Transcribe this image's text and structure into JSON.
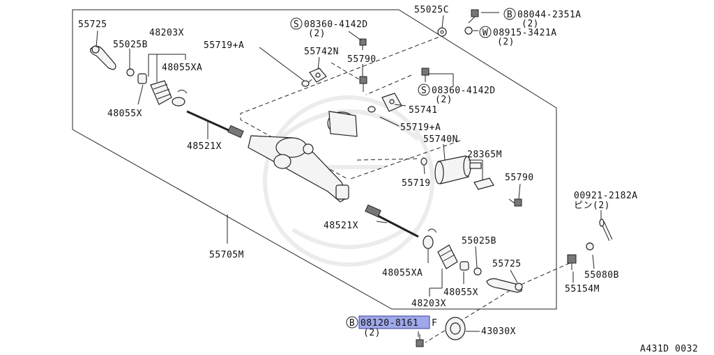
{
  "labels": {
    "p55725_top": "55725",
    "p55025b_top": "55025B",
    "p48203x_top": "48203X",
    "p55719a_top": "55719+A",
    "p55742n": "55742N",
    "p48055xa_top": "48055XA",
    "p48055x_top": "48055X",
    "p48521x_top": "48521X",
    "p55790_top": "55790",
    "s_bolt_top": "08360-4142D",
    "s_bolt_top_qty": "(2)",
    "p55025c": "55025C",
    "b_bolt_top": "08044-2351A",
    "b_bolt_top_qty": "(2)",
    "w_washer": "08915-3421A",
    "w_washer_qty": "(2)",
    "s_bolt_mid": "08360-4142D",
    "s_bolt_mid_qty": "(2)",
    "p55741": "55741",
    "p55719a_mid": "55719+A",
    "p55740n": "55740N",
    "p28365m": "28365M",
    "p55719": "55719",
    "p55790_mid": "55790",
    "p00921": "00921-2182A",
    "p00921_qty": "ピン(2)",
    "p48521x_low": "48521X",
    "p55705m": "55705M",
    "p55025b_low": "55025B",
    "p55725_low": "55725",
    "p48055xa_low": "48055XA",
    "p48055x_low": "48055X",
    "p48203x_low": "48203X",
    "p55154m": "55154M",
    "p55080b": "55080B",
    "b_bolt_low": "08120-8161",
    "b_bolt_low_suffix": "F",
    "b_bolt_low_qty": "(2)",
    "p43030x": "43030X",
    "diagram_code": "A431D 0032"
  },
  "symbols": {
    "s": "S",
    "b": "B",
    "w": "W"
  },
  "colors": {
    "highlight": "#9fa8e8",
    "line": "#222222"
  }
}
